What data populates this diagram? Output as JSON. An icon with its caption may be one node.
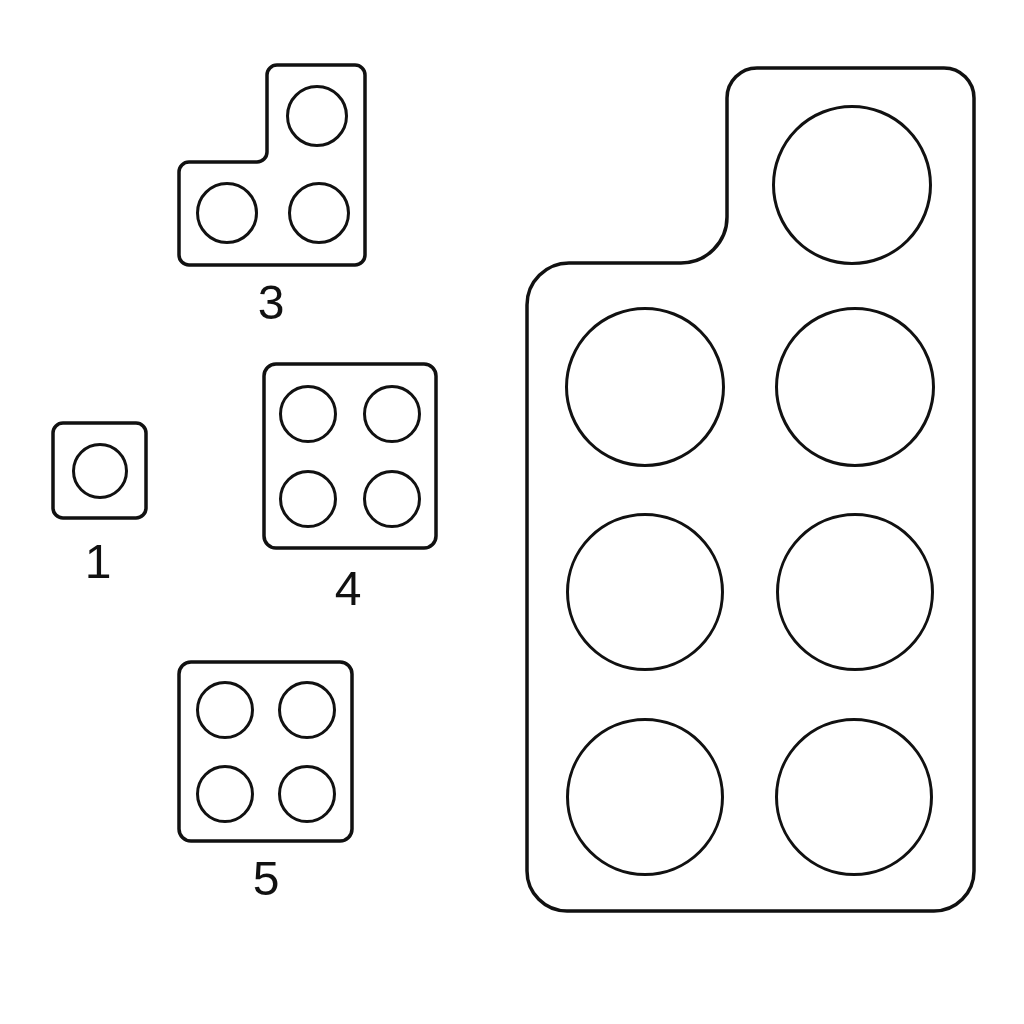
{
  "diagram": {
    "nodes": [
      {
        "text": [],
        "shape": "plate",
        "beside": [
          "3"
        ]
      },
      {
        "text": [],
        "shape": "circle",
        "in": 0
      },
      {
        "text": [],
        "shape": "circle",
        "in": 0
      },
      {
        "text": [],
        "shape": "circle",
        "in": 0
      },
      {
        "text": [],
        "shape": "plate"
      },
      {
        "text": [],
        "shape": "circle",
        "in": 4
      },
      {
        "text": [],
        "shape": "circle",
        "in": 4
      },
      {
        "text": [],
        "shape": "circle",
        "in": 4
      },
      {
        "text": [],
        "shape": "circle",
        "in": 4
      },
      {
        "text": [],
        "shape": "circle",
        "in": 4
      },
      {
        "text": [],
        "shape": "circle",
        "in": 4
      },
      {
        "text": [],
        "shape": "circle",
        "in": 4
      },
      {
        "text": [],
        "shape": "box",
        "beside": [
          "4"
        ]
      },
      {
        "text": [],
        "shape": "circle",
        "in": 12
      },
      {
        "text": [],
        "shape": "circle",
        "in": 12
      },
      {
        "text": [],
        "shape": "circle",
        "in": 12
      },
      {
        "text": [],
        "shape": "circle",
        "in": 12
      },
      {
        "text": [],
        "shape": "box",
        "beside": [
          "1"
        ]
      },
      {
        "text": [],
        "shape": "circle",
        "in": 17
      },
      {
        "text": [],
        "shape": "box",
        "beside": [
          "5"
        ]
      },
      {
        "text": [],
        "shape": "circle",
        "in": 19
      },
      {
        "text": [],
        "shape": "circle",
        "in": 19
      },
      {
        "text": [],
        "shape": "circle",
        "in": 19
      },
      {
        "text": [],
        "shape": "circle",
        "in": 19
      }
    ]
  }
}
